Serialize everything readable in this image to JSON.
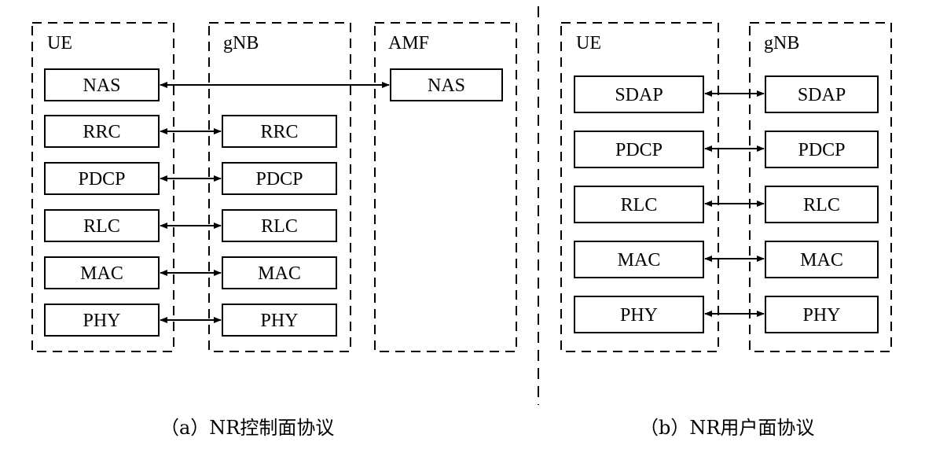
{
  "control_plane": {
    "caption": "（a）NR控制面协议",
    "ue": {
      "label": "UE",
      "layers": [
        "NAS",
        "RRC",
        "PDCP",
        "RLC",
        "MAC",
        "PHY"
      ]
    },
    "gnb": {
      "label": "gNB",
      "layers": [
        "RRC",
        "PDCP",
        "RLC",
        "MAC",
        "PHY"
      ]
    },
    "amf": {
      "label": "AMF",
      "layers": [
        "NAS"
      ]
    }
  },
  "user_plane": {
    "caption": "（b）NR用户面协议",
    "ue": {
      "label": "UE",
      "layers": [
        "SDAP",
        "PDCP",
        "RLC",
        "MAC",
        "PHY"
      ]
    },
    "gnb": {
      "label": "gNB",
      "layers": [
        "SDAP",
        "PDCP",
        "RLC",
        "MAC",
        "PHY"
      ]
    }
  }
}
